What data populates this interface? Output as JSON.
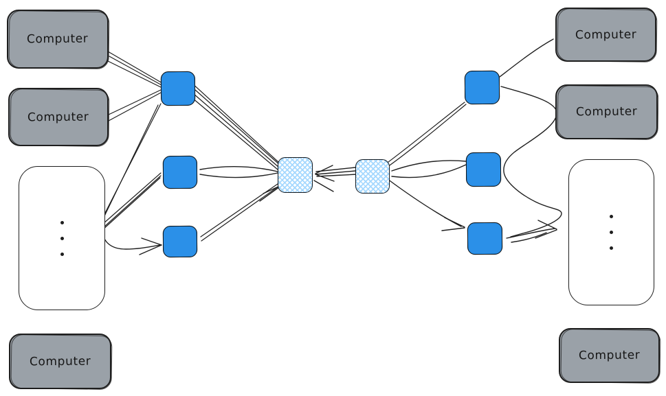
{
  "colors": {
    "canvas_bg": "#ffffff",
    "line": "#1e1e1e",
    "computer_fill": "#9aa1a8",
    "switch_fill": "#2b90e8",
    "hatch": "#a5d8ff",
    "text": "#161616"
  },
  "labels": {
    "left_computers": [
      "Computer",
      "Computer"
    ],
    "left_extra_computer": "Computer",
    "right_computers": [
      "Computer",
      "Computer"
    ],
    "right_extra_computer": "Computer"
  },
  "icons": {
    "left_more": "vertical-ellipsis",
    "right_more": "vertical-ellipsis"
  }
}
